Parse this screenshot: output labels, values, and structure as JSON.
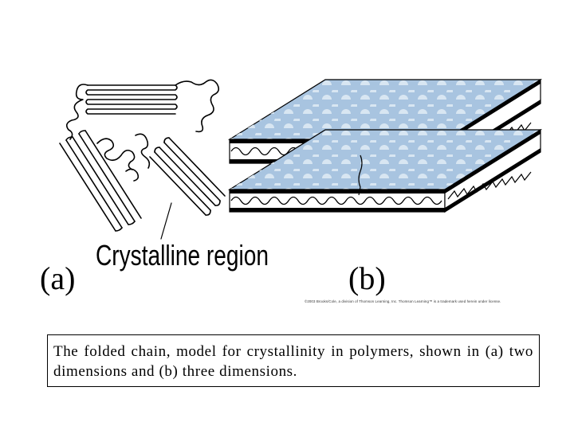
{
  "panel_a_label": "(a)",
  "panel_b_label": "(b)",
  "region_label": "Crystalline region",
  "copyright": "©2003 Brooks/Cole, a division of Thomson Learning, Inc. Thomson Learning™ is a trademark used herein under license.",
  "caption": "The folded chain, model for crystallinity in polymers, shown in (a) two dimensions and (b) three dimensions.",
  "colors": {
    "slab_top": "#a8c4e0",
    "slab_dots": "#d8e6f2",
    "slab_side": "#ffffff",
    "outline": "#000000"
  }
}
